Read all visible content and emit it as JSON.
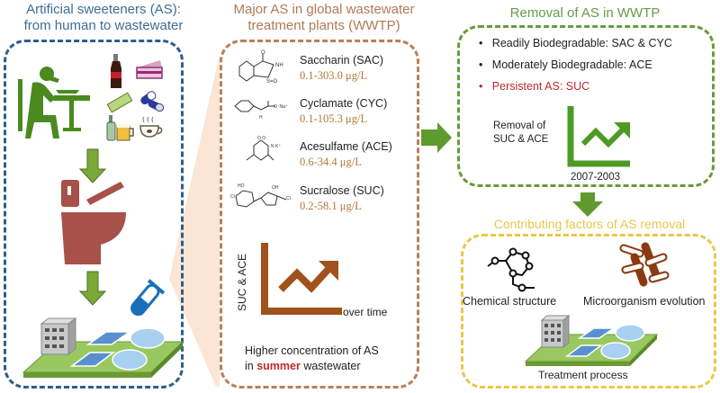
{
  "panels": {
    "human": {
      "title_line1": "Artificial sweeteners (AS):",
      "title_line2": "from human to wastewater",
      "color": "#2e5f8a",
      "icons": [
        "person-eating-icon",
        "cola-bottle-icon",
        "cake-icon",
        "chewing-gum-icon",
        "pill-icon",
        "beer-bottle-icon",
        "coffee-cup-icon",
        "toilet-icon",
        "test-tube-icon",
        "treatment-plant-icon"
      ]
    },
    "major": {
      "title_line1": "Major AS in global wastewater",
      "title_line2": "treatment plants (WWTP)",
      "color": "#b9805a",
      "compounds": [
        {
          "name": "Saccharin (SAC)",
          "range": "0.1-303.0 μg/L"
        },
        {
          "name": "Cyclamate (CYC)",
          "range": "0.1-105.3 μg/L"
        },
        {
          "name": "Acesulfame (ACE)",
          "range": "0.6-34.4 μg/L"
        },
        {
          "name": "Sucralose (SUC)",
          "range": "0.2-58.1 μg/L"
        }
      ],
      "trend_ylabel": "SUC & ACE",
      "trend_xlabel": "over time",
      "note_line1": "Higher concentration of AS",
      "note_line2_prefix": "in ",
      "note_line2_highlight": "summer",
      "note_line2_suffix": " wastewater"
    },
    "removal": {
      "title": "Removal of AS in WWTP",
      "color": "#6a9a3a",
      "bullets": [
        {
          "text": "Readily Biodegradable: SAC & CYC",
          "color": "#222222"
        },
        {
          "text": "Moderately Biodegradable: ACE",
          "color": "#222222"
        },
        {
          "text": "Persistent AS: SUC",
          "color": "#c0282d"
        }
      ],
      "trend_label_line1": "Removal of",
      "trend_label_line2": "SUC & ACE",
      "trend_period": "2007-2003"
    },
    "factors": {
      "title": "Contributing factors of AS removal",
      "color": "#e8c84a",
      "items": [
        "Chemical structure",
        "Microorganism evolution",
        "Treatment process"
      ]
    }
  },
  "colors": {
    "arrow_green": "#5f9a2e",
    "trend_brown": "#a0521c",
    "trend_green": "#4e9a25",
    "highlight_red": "#c0282d",
    "range_brown": "#b07a3a"
  }
}
